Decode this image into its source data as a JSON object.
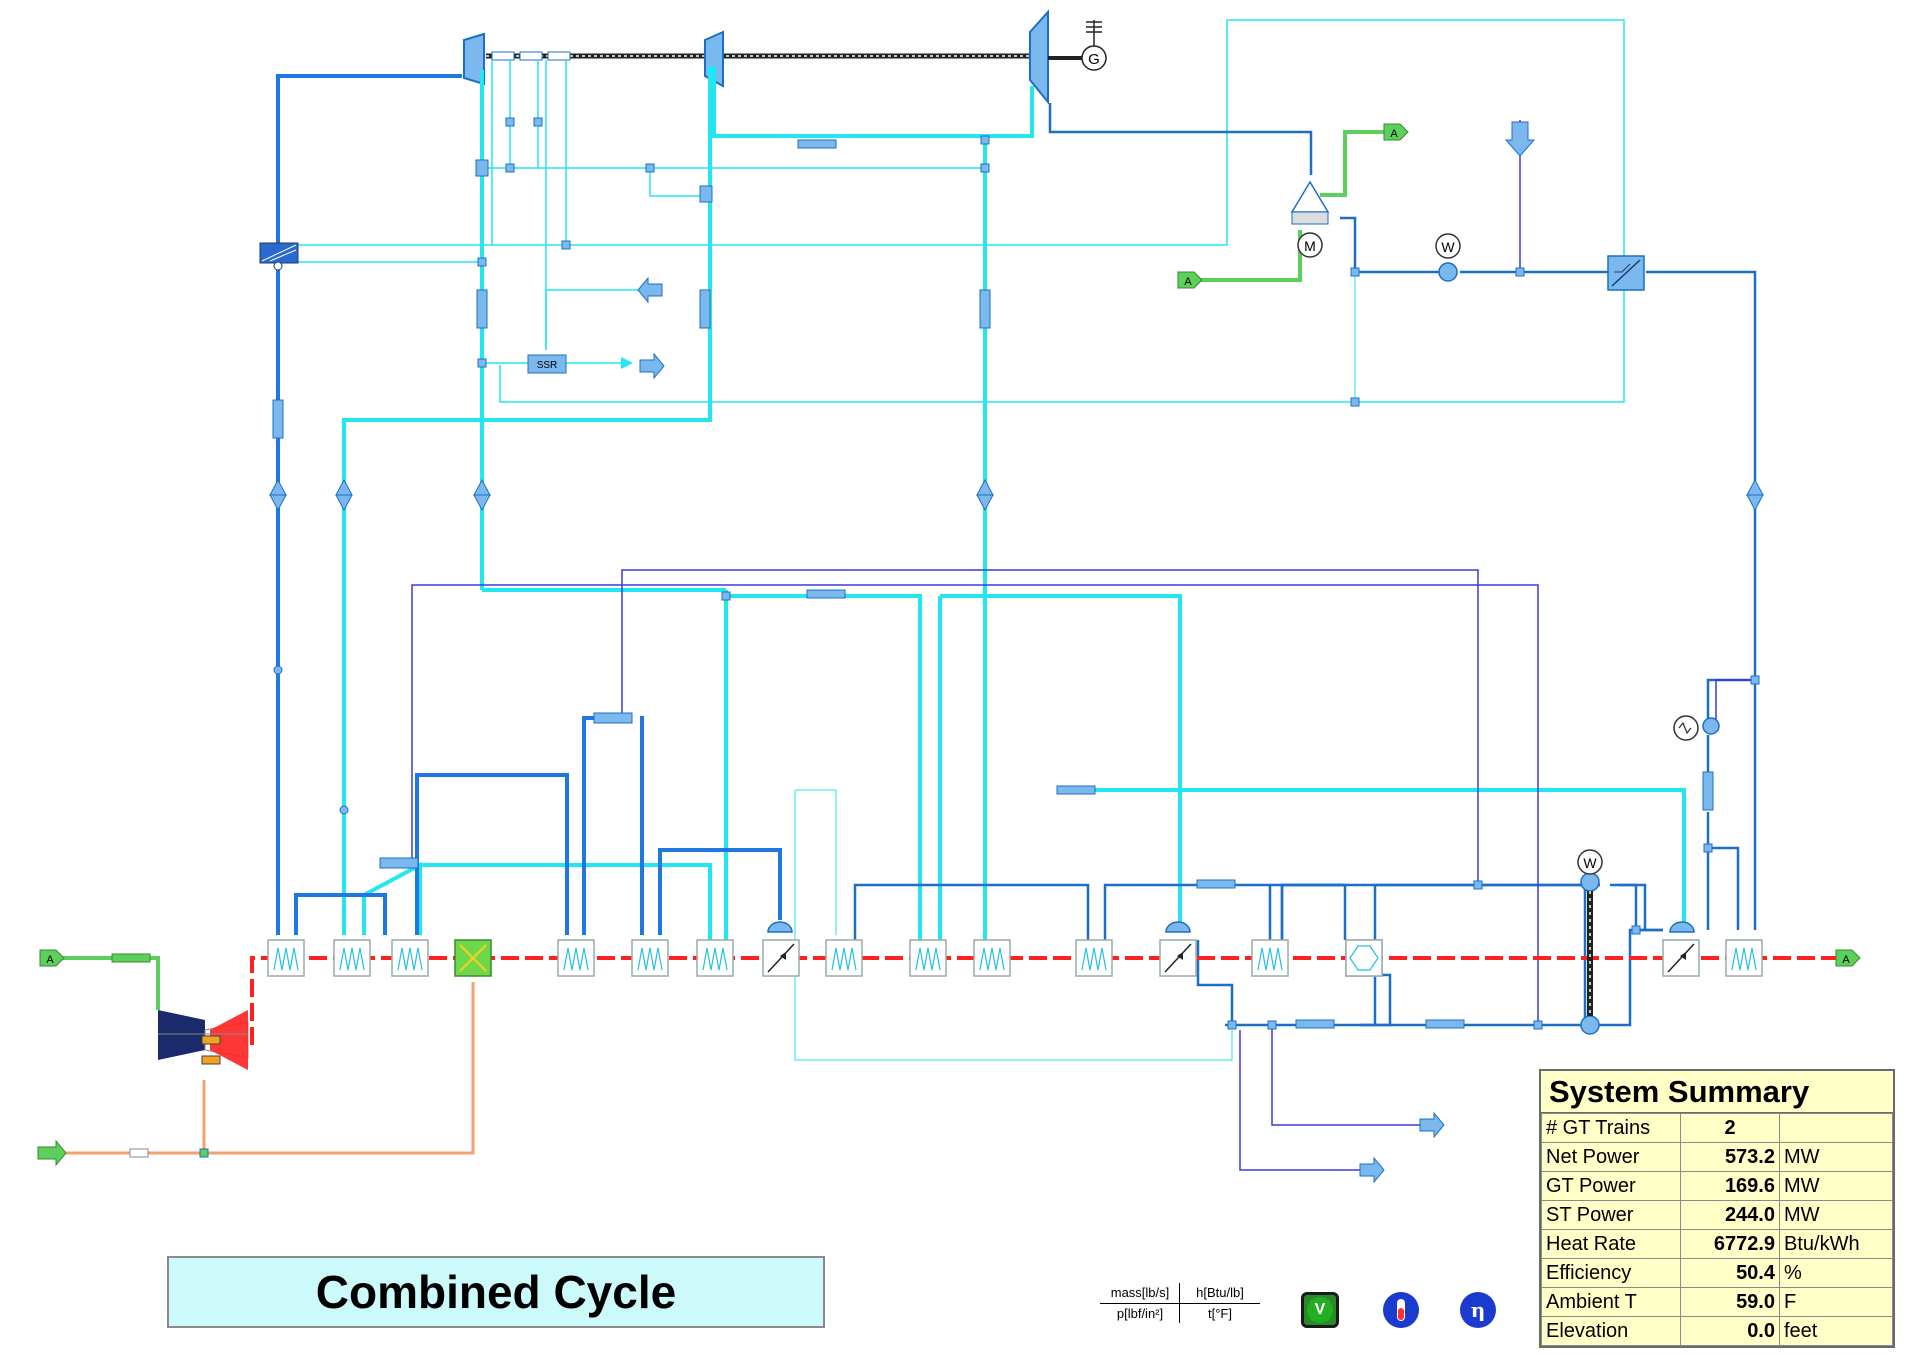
{
  "diagram_title": "Combined Cycle",
  "colors": {
    "steam_hp": "#1f78e0",
    "steam_lp": "#22e6f0",
    "water": "#1c6fc4",
    "gas_hot": "#ff2020",
    "fuel": "#f4a070",
    "air": "#5ccf5c",
    "control": "#3a3adc",
    "equip_fill": "#7ab8ee",
    "summary_bg": "#ffffc8",
    "title_bg": "#ccfafa"
  },
  "labels": {
    "generator": "G",
    "motor": "M",
    "ssr": "SSR",
    "stream_a": "A"
  },
  "summary": {
    "title": "System Summary",
    "rows": [
      {
        "label": "# GT Trains",
        "value": "2",
        "unit": ""
      },
      {
        "label": "Net Power",
        "value": "573.2",
        "unit": "MW"
      },
      {
        "label": "GT Power",
        "value": "169.6",
        "unit": "MW"
      },
      {
        "label": "ST Power",
        "value": "244.0",
        "unit": "MW"
      },
      {
        "label": "Heat Rate",
        "value": "6772.9",
        "unit": "Btu/kWh"
      },
      {
        "label": "Efficiency",
        "value": "50.4",
        "unit": "%"
      },
      {
        "label": "Ambient T",
        "value": "59.0",
        "unit": "F"
      },
      {
        "label": "Elevation",
        "value": "0.0",
        "unit": "feet"
      }
    ]
  },
  "legend": {
    "mass": "mass[lb/s]",
    "enthalpy": "h[Btu/lb]",
    "pressure": "p[lbf/in²]",
    "temperature": "t[°F]"
  },
  "controls": {
    "verify_icon": "V",
    "temperature_icon": "thermometer",
    "efficiency_icon": "η"
  }
}
